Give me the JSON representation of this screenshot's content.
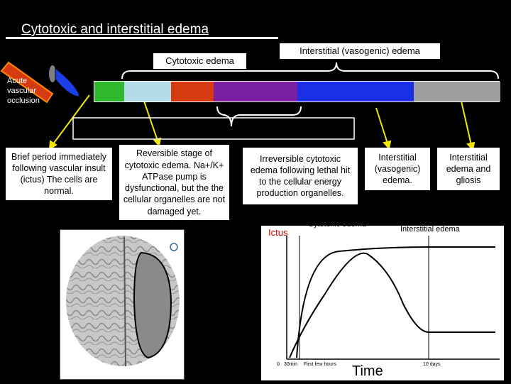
{
  "title": "Cytotoxic and interstitial edema",
  "labels": {
    "cytotoxic_edema": "Cytotoxic edema",
    "interstitial_vasogenic": "Interstitial (vasogenic) edema",
    "acute_vascular_occlusion": "Acute vascular occlusion"
  },
  "boxes": {
    "brief_period": "Brief period immediately following vascular insult (ictus) The cells are normal.",
    "reversible": "Reversible stage of cytotoxic edema. Na+/K+ ATPase pump is dysfunctional, but the the cellular organelles are not damaged yet.",
    "irreversible": "Irreversible cytotoxic edema following lethal hit to the cellular energy production organelles.",
    "interstitial": "Interstitial (vasogenic) edema.",
    "gliosis": "Interstitial edema and gliosis"
  },
  "timeline_colors": [
    "#2db82d",
    "#b2dde8",
    "#d63a0f",
    "#7b1fa2",
    "#1a2fe6",
    "#1a2fe6",
    "#9e9e9e"
  ],
  "graph": {
    "ictus": "Ictus",
    "cytotoxic_label": "Cytotoxic edema",
    "interstitial_label": "Interstitial edema",
    "time_label": "Time",
    "ticks": {
      "zero": "0",
      "min30": "30min",
      "first_hours": "First few hours",
      "days10": "10 days"
    }
  },
  "colors": {
    "accent_red": "#cc0000",
    "arrow_yellow": "#f2e600"
  }
}
